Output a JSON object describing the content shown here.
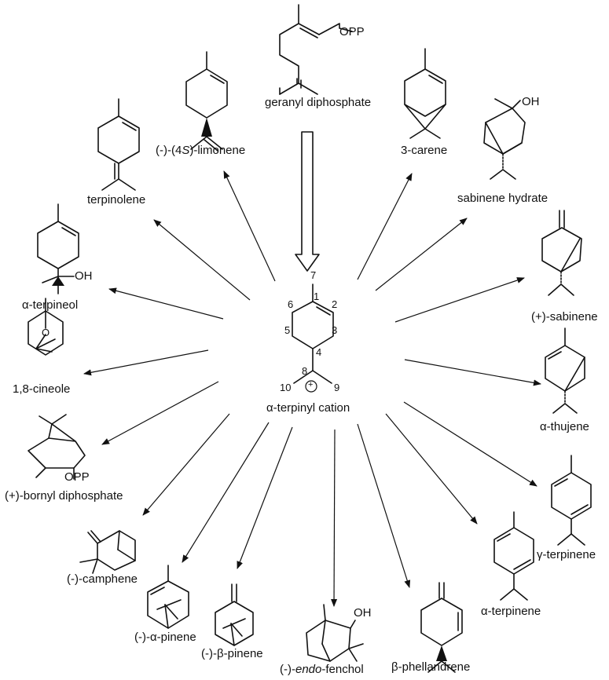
{
  "center": {
    "label": "α-terpinyl cation",
    "numbers": [
      "7",
      "1",
      "2",
      "6",
      "5",
      "3",
      "4",
      "8",
      "10",
      "9"
    ],
    "charge": "+"
  },
  "precursor": {
    "label": "geranyl diphosphate",
    "group": "OPP"
  },
  "products": {
    "limonene": {
      "pre": "(-)-(4",
      "ital": "S",
      "post": ")-limonene"
    },
    "carene": "3-carene",
    "sabinene_hydrate": {
      "label": "sabinene hydrate",
      "group": "OH"
    },
    "terpinolene": "terpinolene",
    "sabinene": "(+)-sabinene",
    "terpineol": {
      "label": "α-terpineol",
      "group": "OH"
    },
    "cineole": {
      "label": "1,8-cineole",
      "group": "O"
    },
    "thujene": "α-thujene",
    "bornyl": {
      "label": "(+)-bornyl diphosphate",
      "group": "OPP"
    },
    "gamma_terpinene": "γ-terpinene",
    "camphene": "(-)-camphene",
    "alpha_terpinene": "α-terpinene",
    "alpha_pinene": "(-)-α-pinene",
    "beta_pinene": "(-)-β-pinene",
    "fenchol": {
      "pre": "(-)-",
      "ital": "endo",
      "post": "-fenchol",
      "group": "OH"
    },
    "phellandrene": "β-phellandrene"
  }
}
